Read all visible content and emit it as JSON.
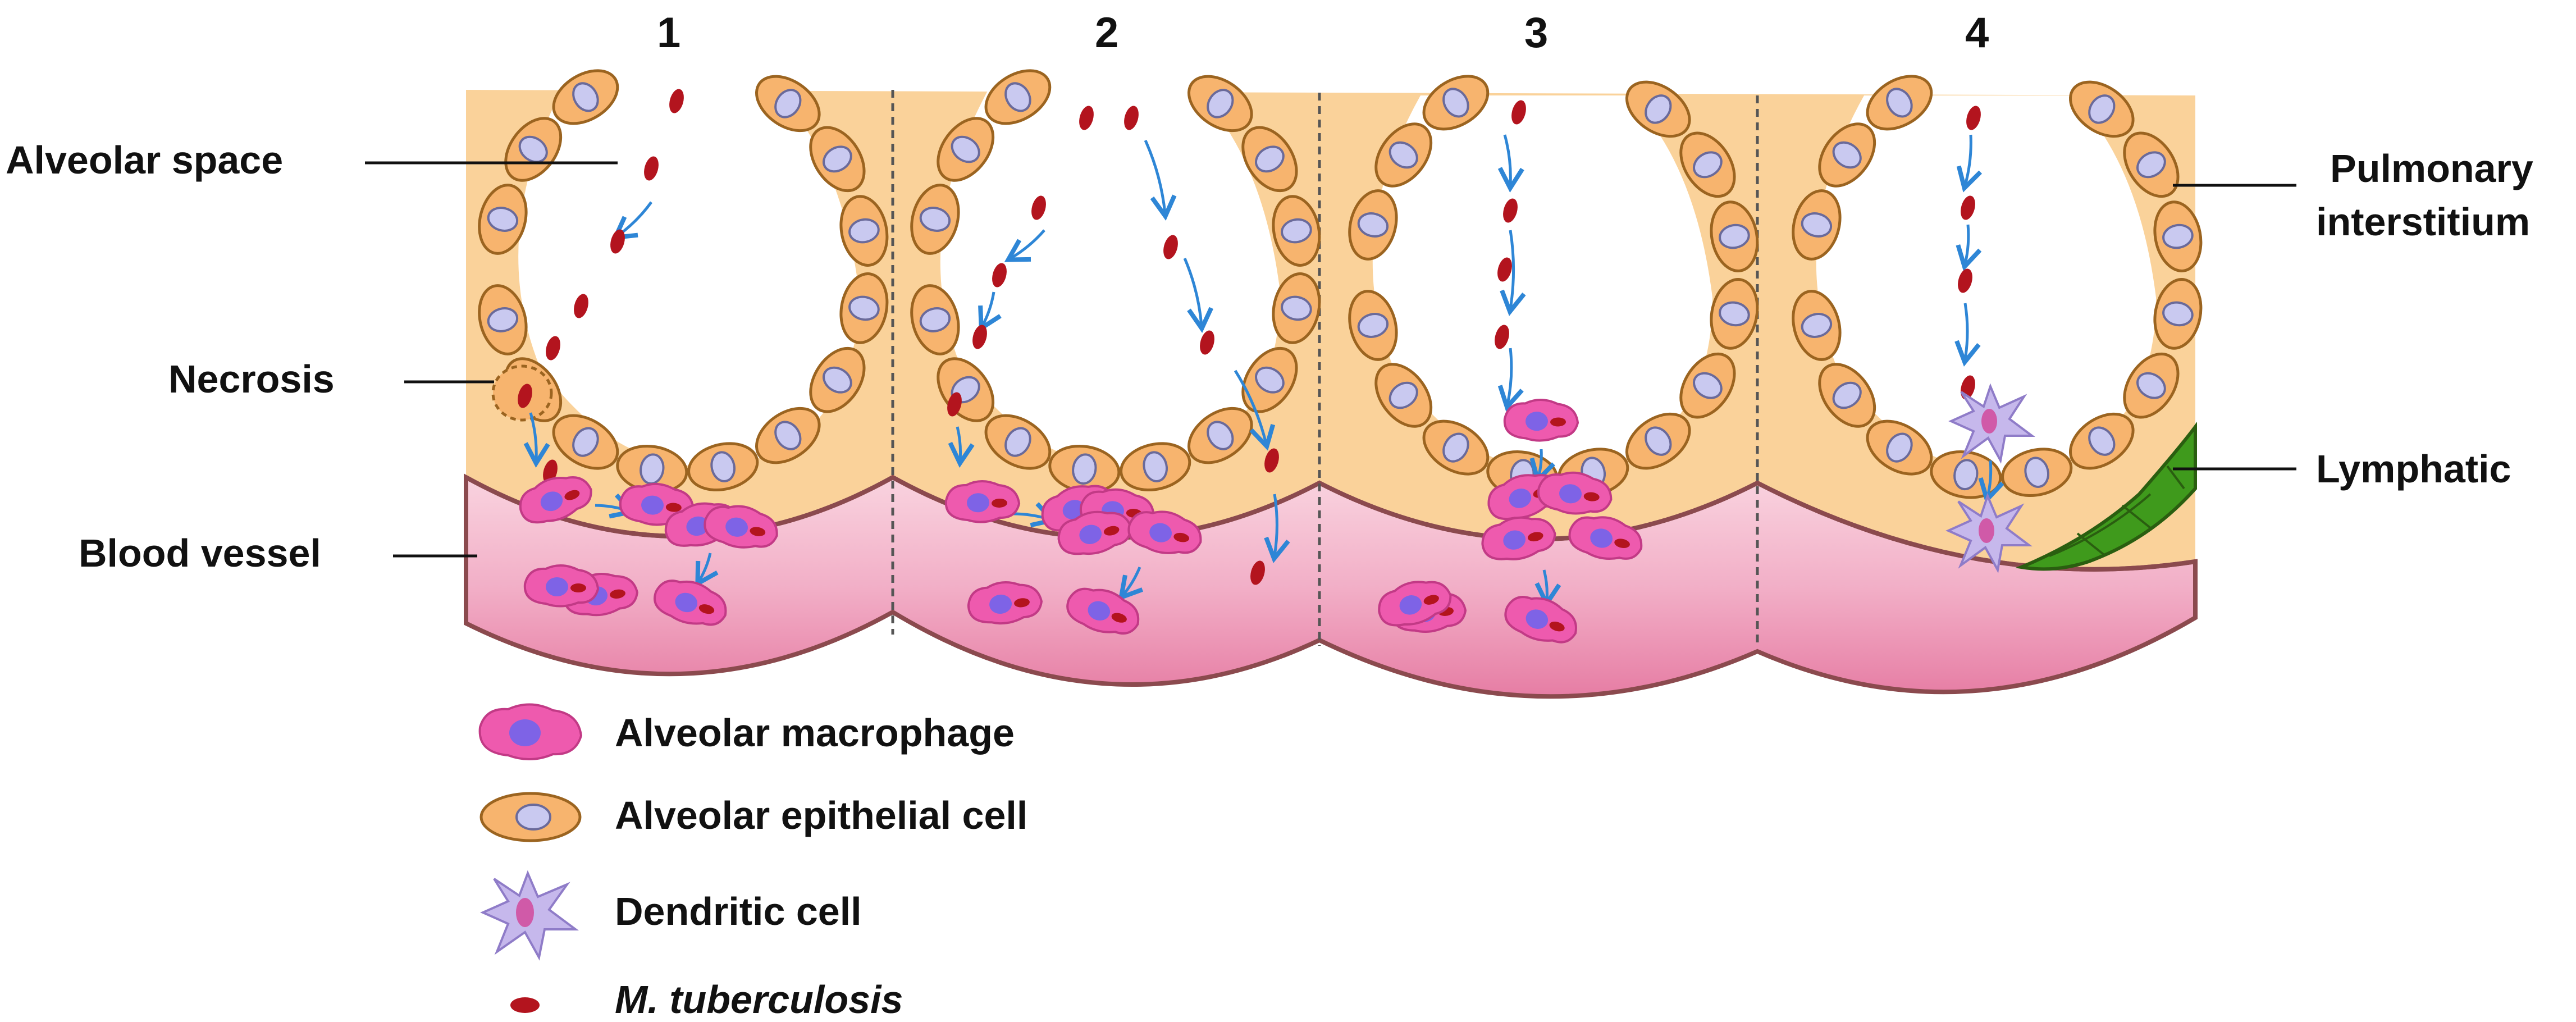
{
  "panels": [
    {
      "number": "1"
    },
    {
      "number": "2"
    },
    {
      "number": "3"
    },
    {
      "number": "4"
    }
  ],
  "labels": {
    "alveolar_space": "Alveolar space",
    "necrosis": "Necrosis",
    "blood_vessel": "Blood vessel",
    "pulmonary_interstitium_line1": "Pulmonary",
    "pulmonary_interstitium_line2": "interstitium",
    "lymphatic": "Lymphatic"
  },
  "legend": [
    {
      "label": "Alveolar macrophage",
      "icon": "macrophage-icon"
    },
    {
      "label": "Alveolar epithelial cell",
      "icon": "epithelial-cell-icon"
    },
    {
      "label": "Dendritic cell",
      "icon": "dendritic-cell-icon"
    },
    {
      "label": "M. tuberculosis",
      "icon": "bacterium-icon"
    }
  ],
  "colors": {
    "interstitium": "#FAD29A",
    "epithelial_cell": "#F7B46E",
    "cell_outline": "#9B6420",
    "nucleus": "#C9C9F0",
    "macrophage": "#EE5AAE",
    "macrophage_nucleus": "#7E63E6",
    "bacterium": "#B3141E",
    "vessel": "#EE99BB",
    "vessel_outline": "#8B4A4E",
    "lymphatic": "#3F9A1C",
    "dendritic": "#C6B8EC",
    "arrow": "#2E86D6"
  }
}
